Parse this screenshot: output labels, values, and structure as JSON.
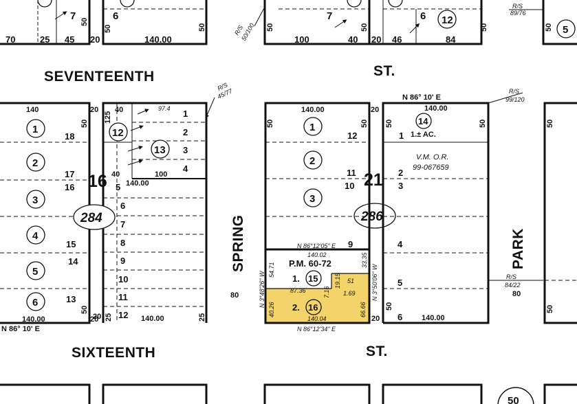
{
  "colors": {
    "highlight": "#f3d46a",
    "ink": "#111111"
  },
  "streets": {
    "seventeenth": "SEVENTEENTH",
    "st_top": "ST.",
    "sixteenth": "SIXTEENTH",
    "st_bottom": "ST.",
    "spring": "SPRING",
    "park": "PARK"
  },
  "books": {
    "left": "284",
    "right": "286"
  },
  "blocks": {
    "b16": "16",
    "b21": "21"
  },
  "top_row": {
    "a": "70",
    "b": "25",
    "c": "45",
    "d": "20",
    "e": "140.00",
    "f": "50",
    "g": "6",
    "h": "7",
    "i": "100",
    "j": "40",
    "k": "20",
    "l": "46",
    "m": "84",
    "n": "12",
    "o": "50",
    "p": "50",
    "q": "7",
    "r": "50",
    "s": "5"
  },
  "left_block": {
    "dim_top": "140",
    "dim_bottom": "140.00",
    "dim_20": "20",
    "dim_50": "50",
    "bearing": "N 86° 10' E",
    "lots": [
      "18",
      "17",
      "16",
      "15",
      "14",
      "13"
    ],
    "parcels": [
      "1",
      "2",
      "3",
      "4",
      "5",
      "6"
    ]
  },
  "mid_block": {
    "d40a": "40",
    "d974": "97.4",
    "d40b": "40",
    "d100": "100",
    "d14000": "140.00",
    "d125": "125",
    "d20": "20",
    "d25a": "25",
    "d25b": "25",
    "d14000b": "140.00",
    "lots_right": [
      "1",
      "2",
      "3",
      "4"
    ],
    "lots_left": [
      "5",
      "6",
      "7",
      "8",
      "9",
      "10",
      "11",
      "12"
    ],
    "parcels": [
      "12",
      "13"
    ],
    "rs": "R/S",
    "rs_ref": "45/77"
  },
  "spring_block": {
    "dim_top": "140.00",
    "dim_20": "20",
    "dim_50": "50",
    "lots": [
      "12",
      "11",
      "10",
      "9"
    ],
    "parcels": [
      "1",
      "2",
      "3"
    ],
    "bearing_top": "N 86°12'05\" E",
    "bearing_bottom": "N 86°12'34\" E",
    "bearing_left": "N 3°48'26\" W",
    "bearing_right": "N 3°50'06\" W",
    "pm": "P.M. 60-72",
    "d14002": "140.02",
    "d3335": "33.35",
    "d5471": "54.71",
    "d8736": "87.36",
    "d716": "7.16",
    "d1915": "19.15",
    "d51": "51",
    "d169": "1.69",
    "d4026": "40.26",
    "d6666": "66.66",
    "d14004": "140.04",
    "parcel15_lot": "1.",
    "parcel15": "15",
    "parcel16_lot": "2.",
    "parcel16": "16",
    "left_80": "80"
  },
  "right_block": {
    "bearing": "N 86° 10' E",
    "dim_top": "140.00",
    "dim_50": "50",
    "dim_20": "20",
    "lots": [
      "1",
      "2",
      "3",
      "4",
      "5",
      "6"
    ],
    "parcel": "14",
    "acre": "1.± AC.",
    "vm": "V.M.  O.R.",
    "vm_num": "99-067659",
    "dim_bottom": "140.00",
    "rs": "R/S",
    "rs_ref": "99/120",
    "rs2": "R/S",
    "rs2_ref": "84/22",
    "right_80": "80",
    "top_rs": "R/S",
    "top_rs_ref": "89/76",
    "top_rs2": "R/S",
    "top_rs2_ref": "50/100"
  },
  "far_right": {
    "d50": "50",
    "corner": "50"
  }
}
